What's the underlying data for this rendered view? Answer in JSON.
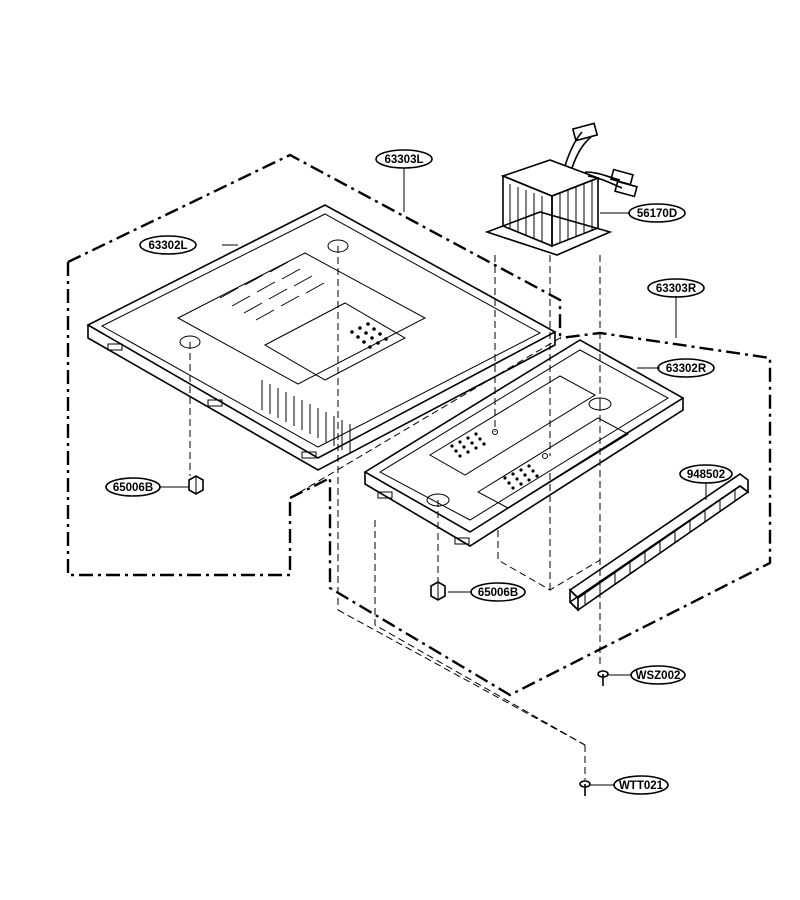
{
  "labels": {
    "l1": "63303L",
    "l2": "63302L",
    "l3": "56170D",
    "l4": "63303R",
    "l5": "63302R",
    "l6": "948502",
    "l7": "65006B",
    "l8": "65006B",
    "l9": "WSZ002",
    "l10": "WTT021"
  }
}
